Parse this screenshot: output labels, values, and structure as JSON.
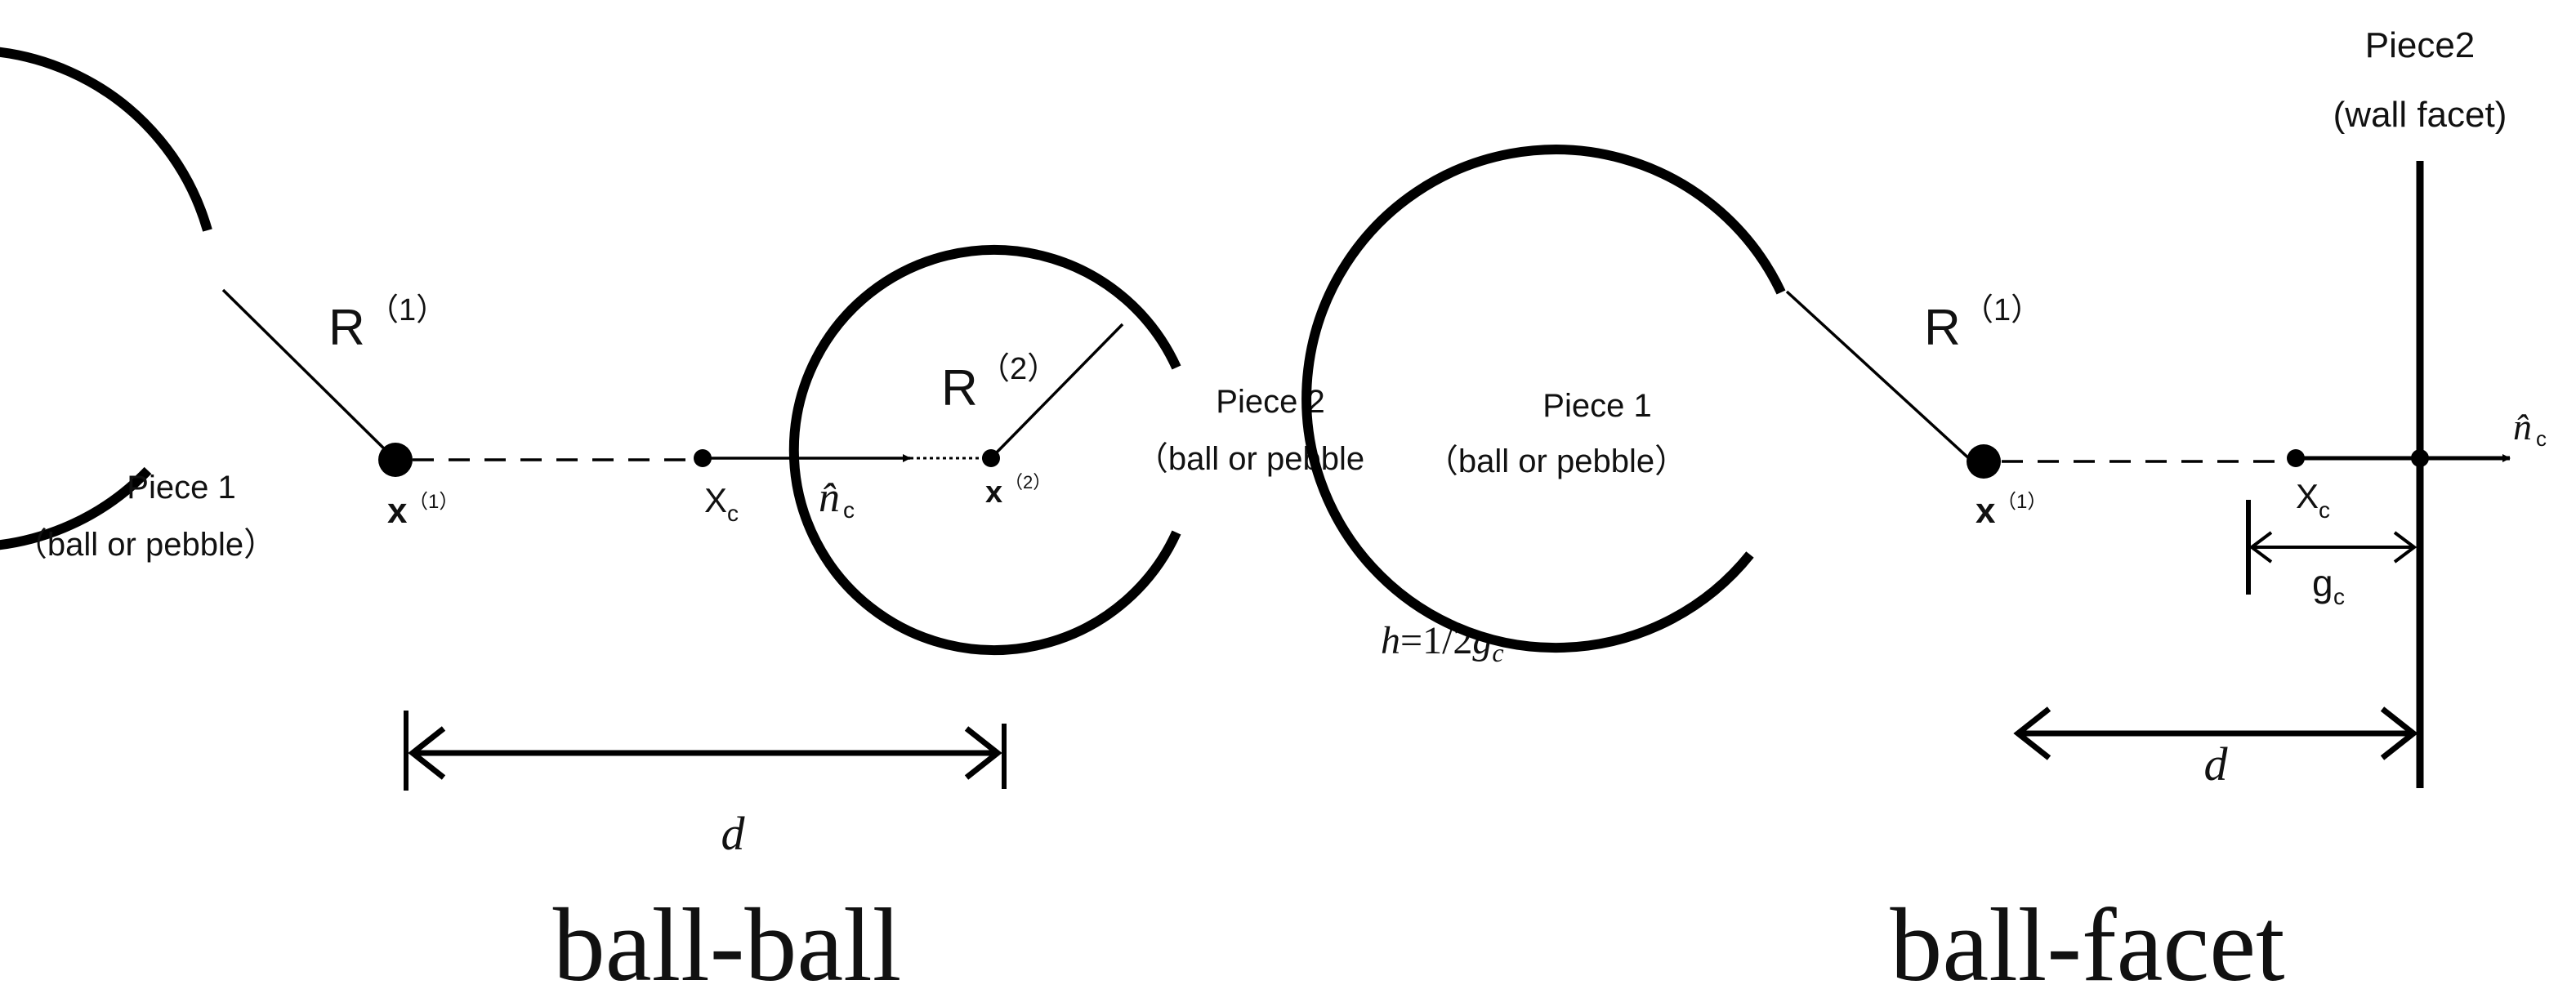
{
  "left_panel": {
    "caption": "ball-ball",
    "piece1_label": "Piece 1",
    "piece1_sub": "（ball or pebble）",
    "piece2_label": "Piece 2",
    "piece2_sub": "（ball or pebble",
    "radius1_label": "R",
    "radius1_sup": "（1）",
    "radius2_label": "R",
    "radius2_sup": "（2）",
    "center1_label": "x",
    "center1_sup": "（1）",
    "center2_label": "x",
    "center2_sup": "（2）",
    "contact_label": "X",
    "contact_sub": "c",
    "normal_label": "n̂",
    "normal_sub": "c",
    "distance_label": "d"
  },
  "center_formula": {
    "h": "h",
    "rest": "=1/2",
    "g": "g",
    "g_sub": "c"
  },
  "right_panel": {
    "caption": "ball-facet",
    "piece1_label": "Piece 1",
    "piece1_sub": "（ball or pebble）",
    "piece2_label": "Piece2",
    "piece2_sub": "(wall facet)",
    "radius1_label": "R",
    "radius1_sup": "（1）",
    "center1_label": "x",
    "center1_sup": "（1）",
    "contact_label": "X",
    "contact_sub": "c",
    "normal_label": "n̂",
    "normal_sub": "c",
    "gap_label": "g",
    "gap_sub": "c",
    "distance_label": "d"
  }
}
